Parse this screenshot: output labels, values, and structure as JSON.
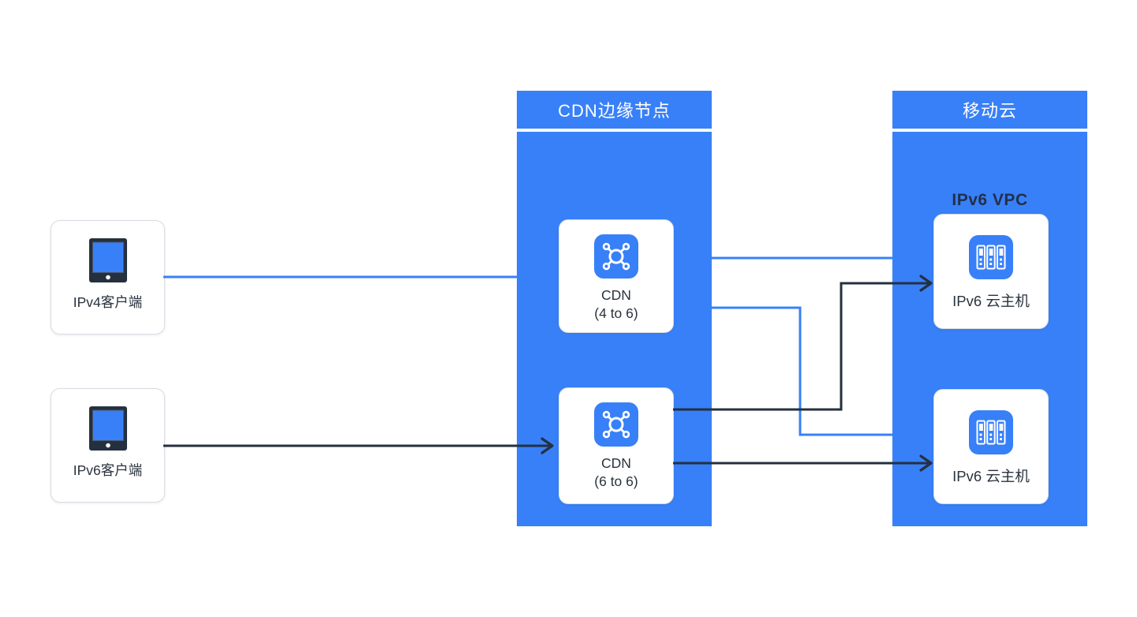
{
  "colors": {
    "panel_blue": "#3880F8",
    "wire_blue": "#3880F8",
    "wire_dark": "#25303F",
    "node_border": "#D8DCE1",
    "label_dark": "#2A333E",
    "vpc_text_dark": "#22304A"
  },
  "clients": [
    {
      "label": "IPv4客户端",
      "icon": "tablet-icon"
    },
    {
      "label": "IPv6客户端",
      "icon": "tablet-icon"
    }
  ],
  "cdn_panel": {
    "title": "CDN边缘节点",
    "nodes": [
      {
        "name": "CDN",
        "detail": "(4 to 6)",
        "icon": "network-node-icon"
      },
      {
        "name": "CDN",
        "detail": "(6 to 6)",
        "icon": "network-node-icon"
      }
    ]
  },
  "cloud_panel": {
    "title": "移动云",
    "vpc_label": "IPv6 VPC",
    "hosts": [
      {
        "label": "IPv6 云主机",
        "icon": "server-rack-icon"
      },
      {
        "label": "IPv6 云主机",
        "icon": "server-rack-icon"
      }
    ]
  },
  "connections": [
    {
      "from": "IPv4客户端",
      "to": "CDN边缘节点",
      "color": "blue",
      "arrow": false
    },
    {
      "from": "IPv6客户端",
      "to": "CDN (6 to 6)",
      "color": "dark",
      "arrow": true
    },
    {
      "from": "CDN边缘节点 (CDN 4 to 6)",
      "to": "移动云 IPv6 云主机 (上)",
      "color": "blue",
      "arrow": false
    },
    {
      "from": "CDN边缘节点 (CDN 4 to 6)",
      "to": "移动云 IPv6 云主机 (下)",
      "color": "blue",
      "arrow": false
    },
    {
      "from": "CDN (6 to 6)",
      "to": "IPv6 云主机 (上)",
      "color": "dark",
      "arrow": true
    },
    {
      "from": "CDN (6 to 6)",
      "to": "IPv6 云主机 (下)",
      "color": "dark",
      "arrow": true
    }
  ]
}
